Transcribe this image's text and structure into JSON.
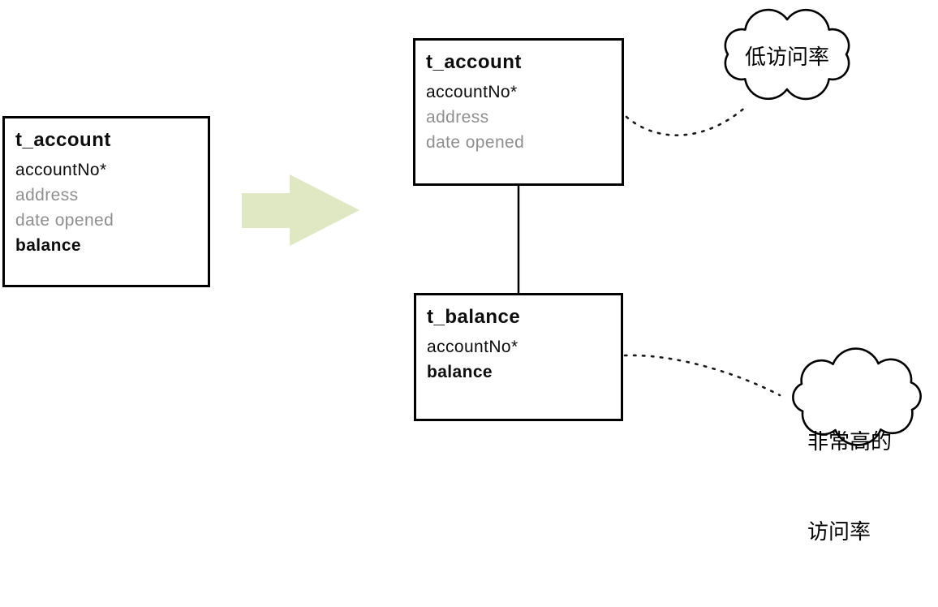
{
  "tables": {
    "before": {
      "title": "t_account",
      "fields": [
        "accountNo*",
        "address",
        "date opened",
        "balance"
      ]
    },
    "after_top": {
      "title": "t_account",
      "fields": [
        "accountNo*",
        "address",
        "date opened"
      ]
    },
    "after_bottom": {
      "title": "t_balance",
      "fields": [
        "accountNo*",
        "balance"
      ]
    }
  },
  "annotations": {
    "low_access": {
      "text": "低访问率"
    },
    "high_access": {
      "line1": "非常高的",
      "line2": "访问率"
    }
  },
  "colors": {
    "arrow_fill": "#dfe8c3",
    "muted_text": "#8f8f8f",
    "outline": "#000000"
  }
}
